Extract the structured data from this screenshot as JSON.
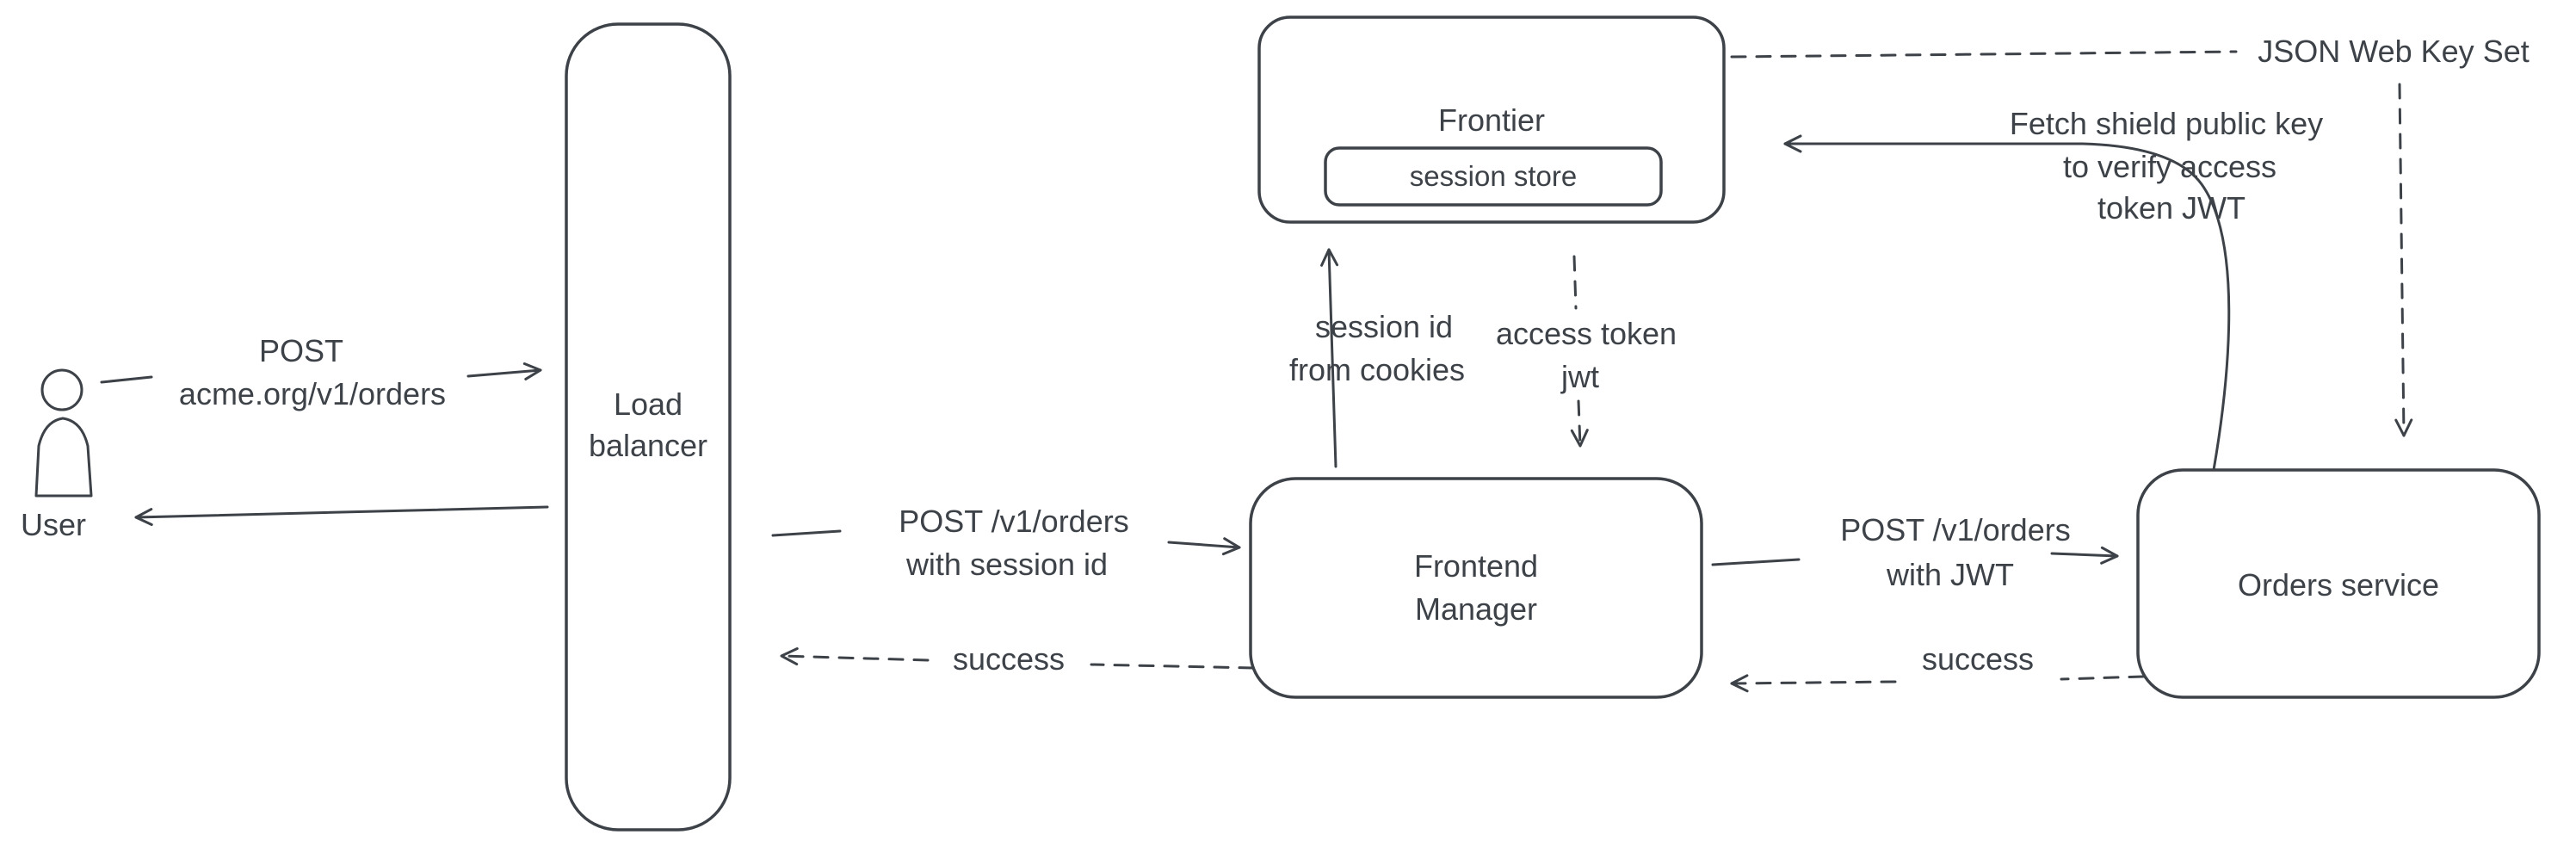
{
  "nodes": {
    "user": {
      "label": "User"
    },
    "load_balancer": {
      "line1": "Load",
      "line2": "balancer"
    },
    "frontier": {
      "title": "Frontier",
      "session_store_label": "session store"
    },
    "frontend_manager": {
      "line1": "Frontend",
      "line2": "Manager"
    },
    "orders_service": {
      "label": "Orders service"
    },
    "json_web_key_set": {
      "label": "JSON Web Key Set"
    }
  },
  "edges": {
    "user_to_load_balancer": {
      "line1": "POST",
      "line2": "acme.org/v1/orders",
      "style": "solid"
    },
    "load_balancer_to_user": {
      "style": "solid"
    },
    "load_balancer_to_frontend_manager": {
      "line1": "POST /v1/orders",
      "line2": "with session id",
      "style": "solid"
    },
    "frontend_manager_to_load_balancer": {
      "label": "success",
      "style": "dashed"
    },
    "frontend_manager_to_frontier": {
      "line1": "session id",
      "line2": "from cookies",
      "style": "solid"
    },
    "frontier_to_frontend_manager": {
      "line1": "access token",
      "line2": "jwt",
      "style": "dashed"
    },
    "frontend_manager_to_orders_service": {
      "line1": "POST /v1/orders",
      "line2": "with JWT",
      "style": "solid"
    },
    "orders_service_to_frontend_manager": {
      "label": "success",
      "style": "dashed"
    },
    "orders_service_to_frontier": {
      "line1": "Fetch shield public key",
      "line2": "to verify access",
      "line3": "token JWT",
      "style": "solid"
    },
    "frontier_to_json_web_key_set": {
      "style": "dashed"
    },
    "json_web_key_set_to_orders_service": {
      "style": "dashed"
    }
  },
  "colors": {
    "stroke": "#3d4248",
    "text": "#3d4248",
    "background": "#ffffff",
    "hatch": "#b9c0c7"
  }
}
